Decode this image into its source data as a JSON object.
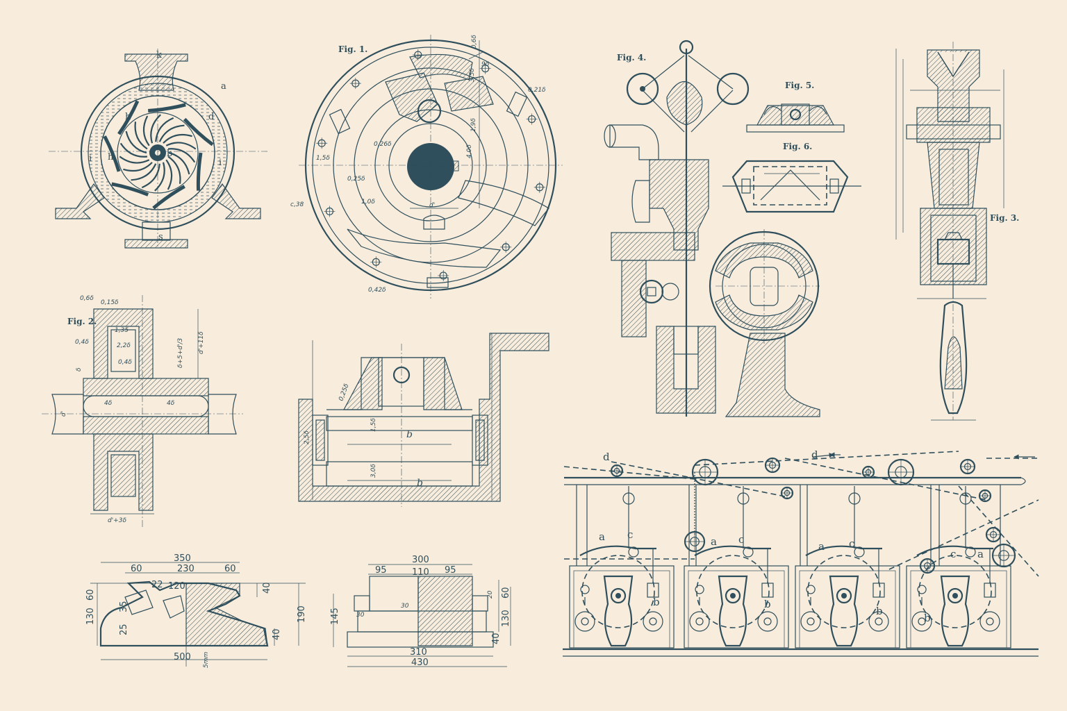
{
  "colors": {
    "paper": "#f8ecdc",
    "ink": "#2f4f5c"
  },
  "pump": {
    "labels": {
      "k": "k",
      "a": "a",
      "d": "d",
      "h1": "h",
      "h2": "h",
      "b": "b",
      "i1": "i",
      "i2": "i",
      "s": "s"
    }
  },
  "fig1": {
    "title": "Fig. 1.",
    "dims": [
      "0,6δ",
      "0,21δ",
      "3,5δ",
      "1,5δ",
      "0,26δ",
      "0,25δ",
      "c,38",
      "1,0δ",
      "0,42δ",
      "d'",
      "4,0δ",
      "1,9δ",
      "9δ"
    ]
  },
  "fig2_hub": {
    "title": "Fig. 2.",
    "dims": [
      "0,6δ",
      "0,15δ",
      "1,35",
      "0,4δ",
      "2,2δ",
      "0,4δ",
      "4δ",
      "4δ",
      "δ",
      "d'",
      "d'+11δ",
      "δ+5+d'/3",
      "d'+3δ"
    ]
  },
  "bearing": {
    "labels": [
      "b",
      "b"
    ],
    "dims": [
      "0,25δ",
      "1,5δ",
      "2,5δ",
      "3,0δ"
    ]
  },
  "fig4": {
    "title": "Fig. 4."
  },
  "fig5": {
    "title": "Fig. 5."
  },
  "fig6": {
    "title": "Fig. 6."
  },
  "pulley": {
    "title": "Fig. 3."
  },
  "profile_left": {
    "dims": {
      "total_top": "350",
      "w60a": "60",
      "w230": "230",
      "w60b": "60",
      "w22": "22",
      "w120": "120",
      "h60": "60",
      "h130": "130",
      "h35": "35",
      "h25": "25",
      "h40a": "40",
      "h40b": "40",
      "h190": "190",
      "total_bottom": "500",
      "thick": "5mm"
    }
  },
  "profile_right": {
    "dims": {
      "total_top": "300",
      "w95a": "95",
      "w110": "110",
      "w95b": "95",
      "w30a": "30",
      "w30b": "30",
      "h145": "145",
      "h20": "20",
      "h60": "60",
      "h130": "130",
      "h40": "40",
      "w310": "310",
      "w430": "430"
    }
  },
  "machines": {
    "labels": {
      "d1": "d",
      "d2": "d",
      "a1": "a",
      "c1": "c",
      "b1": "b",
      "a2": "a",
      "c2": "c",
      "b2": "b",
      "a3": "a",
      "c3": "c",
      "b3": "b",
      "c4": "c",
      "a4": "a",
      "b4": "b"
    }
  }
}
